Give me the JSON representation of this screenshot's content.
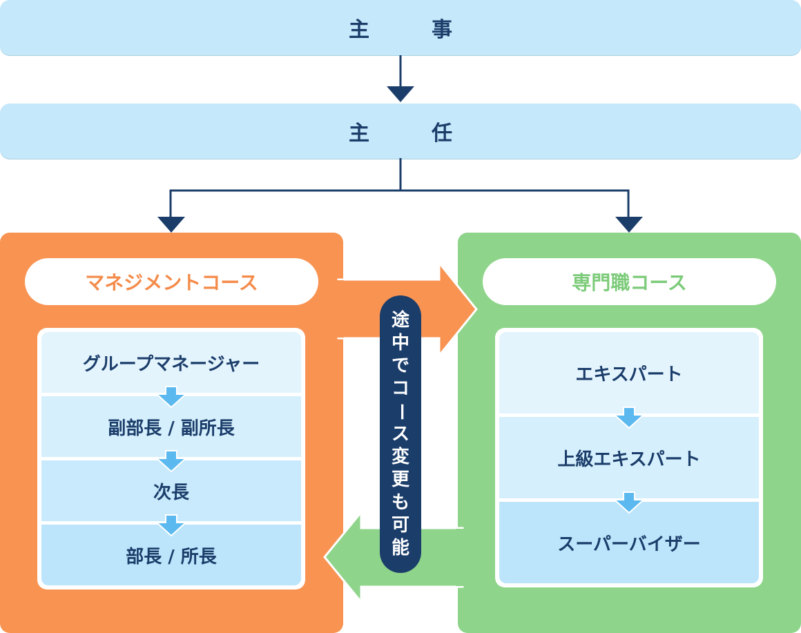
{
  "stages": {
    "top": "主　事",
    "second": "主　任"
  },
  "colors": {
    "navy": "#1b3d6a",
    "stage_bg": "#c5e8fb",
    "management": "#f89352",
    "specialist": "#8fd48b",
    "step_arrow": "#5bb9ef"
  },
  "management_course": {
    "title": "マネジメントコース",
    "steps": [
      "グループマネージャー",
      "副部長 / 副所長",
      "次長",
      "部長 / 所長"
    ]
  },
  "specialist_course": {
    "title": "専門職コース",
    "steps": [
      "エキスパート",
      "上級エキスパート",
      "スーパーバイザー"
    ]
  },
  "course_change_note": {
    "chars": [
      "途",
      "中",
      "で",
      "コ",
      "ー",
      "ス",
      "変",
      "更",
      "も",
      "可",
      "能"
    ]
  }
}
